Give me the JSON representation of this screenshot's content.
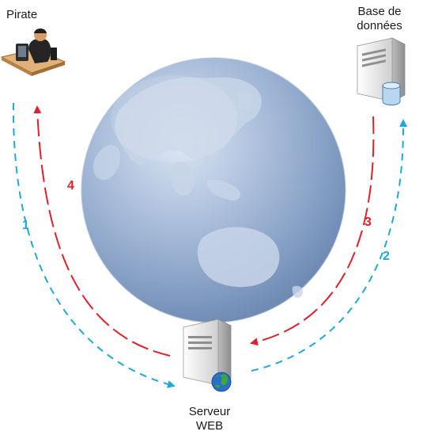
{
  "nodes": {
    "pirate": {
      "label": "Pirate"
    },
    "database": {
      "label_line1": "Base de",
      "label_line2": "données"
    },
    "web_server": {
      "label_line1": "Serveur",
      "label_line2": "WEB"
    }
  },
  "steps": {
    "step1": {
      "label": "1",
      "color": "#20a8dc"
    },
    "step2": {
      "label": "2",
      "color": "#20a8dc"
    },
    "step3": {
      "label": "3",
      "color": "#e0202a"
    },
    "step4": {
      "label": "4",
      "color": "#e0202a"
    }
  },
  "colors": {
    "request_arrow": "#20a8dc",
    "response_arrow": "#e0202a",
    "globe": "#9bb3d4"
  }
}
